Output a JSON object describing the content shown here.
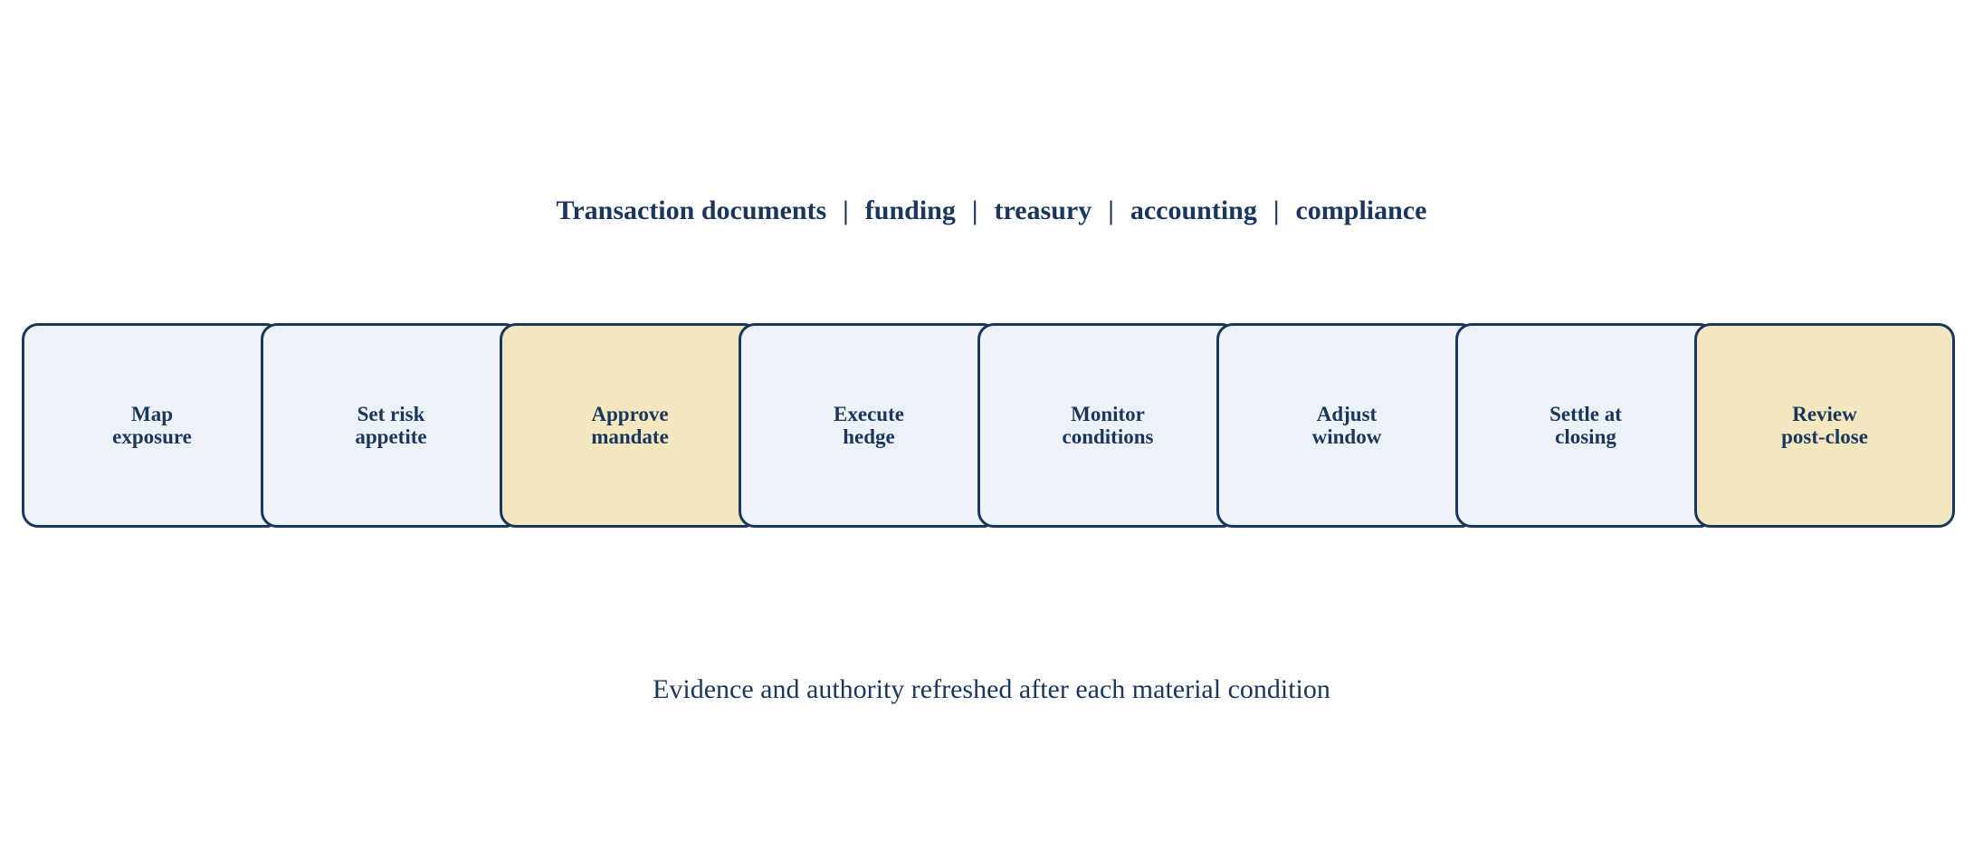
{
  "header": {
    "terms": [
      "Transaction documents",
      "funding",
      "treasury",
      "accounting",
      "compliance"
    ],
    "separator": "|"
  },
  "stages": [
    {
      "line1": "Map",
      "line2": "exposure",
      "highlight": false
    },
    {
      "line1": "Set risk",
      "line2": "appetite",
      "highlight": false
    },
    {
      "line1": "Approve",
      "line2": "mandate",
      "highlight": true
    },
    {
      "line1": "Execute",
      "line2": "hedge",
      "highlight": false
    },
    {
      "line1": "Monitor",
      "line2": "conditions",
      "highlight": false
    },
    {
      "line1": "Adjust",
      "line2": "window",
      "highlight": false
    },
    {
      "line1": "Settle at",
      "line2": "closing",
      "highlight": false
    },
    {
      "line1": "Review",
      "line2": "post-close",
      "highlight": true
    }
  ],
  "footer": {
    "note": "Evidence and authority refreshed after each material condition"
  },
  "colors": {
    "ink": "#1b365d",
    "stage_fill": "#edf2f9",
    "highlight_fill": "#f3e7bf"
  }
}
